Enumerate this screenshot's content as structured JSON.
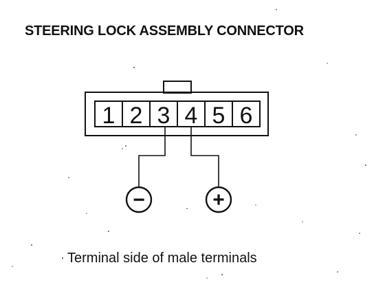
{
  "title": "STEERING LOCK ASSEMBLY CONNECTOR",
  "caption": "Terminal side of male terminals",
  "connector": {
    "pins": [
      "1",
      "2",
      "3",
      "4",
      "5",
      "6"
    ],
    "negative_pin": "3",
    "positive_pin": "4"
  },
  "probes": {
    "negative_symbol": "−",
    "positive_symbol": "+"
  }
}
